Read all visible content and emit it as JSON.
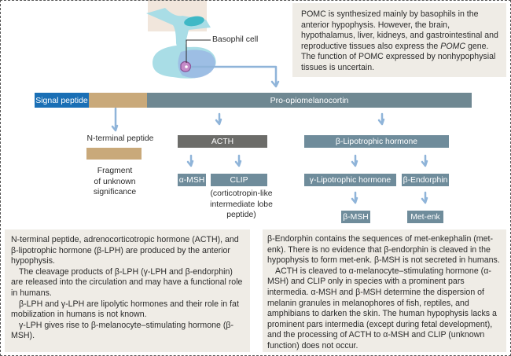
{
  "illustration": {
    "basophil_label": "Basophil cell"
  },
  "intro_note": {
    "text_before_italic": "POMC is synthesized mainly by basophils in the anterior hypophysis. However, the brain, hypothalamus, liver, kidneys, and gastrointestinal and reproductive tissues also express the ",
    "italic": "POMC",
    "text_after_italic": " gene. The function of POMC expressed by nonhypophysial tissues is uncertain."
  },
  "precursor_bar": {
    "signal_peptide": "Signal peptide",
    "main": "Pro-opiomelanocortin"
  },
  "colors": {
    "signal_peptide": "#1a6fb5",
    "n_terminal": "#c9a97a",
    "pomc": "#6f8892",
    "acth": "#6c6c69",
    "slate_box": "#6f8c9b",
    "arrow": "#8fb4d9",
    "note_bg": "#efece6"
  },
  "cleavage": {
    "n_terminal": {
      "label": "N-terminal peptide",
      "description": [
        "Fragment",
        "of unknown",
        "significance"
      ]
    },
    "acth": {
      "label": "ACTH",
      "products": {
        "alpha_msh": "α-MSH",
        "clip": "CLIP",
        "clip_description": [
          "(corticotropin-like",
          "intermediate lobe",
          "peptide)"
        ]
      }
    },
    "beta_lph": {
      "label": "β-Lipotrophic hormone",
      "products": {
        "gamma_lph": "γ-Lipotrophic hormone",
        "beta_endorphin": "β-Endorphin",
        "beta_msh": "β-MSH",
        "met_enk": "Met-enk"
      }
    }
  },
  "left_note": {
    "paragraphs": [
      "N-terminal peptide, adrenocorticotropic hormone (ACTH), and β-lipotrophic hormone (β-LPH) are produced by the anterior hypophysis.",
      "The cleavage products of β-LPH (γ-LPH and β-endorphin) are released into the circulation and may have a functional role in humans.",
      "β-LPH and γ-LPH are lipolytic hormones and their role in fat mobilization in humans is not known.",
      "γ-LPH gives rise to β-melanocyte–stimulating hormone (β-MSH)."
    ]
  },
  "right_note": {
    "paragraphs": [
      "β-Endorphin contains the sequences of met-enkephalin (met-enk). There is no evidence that β-endorphin is cleaved in the hypophysis to form met-enk. β-MSH is not secreted in humans.",
      "ACTH is cleaved to α-melanocyte–stimulating hormone (α-MSH) and CLIP only in species with a prominent pars intermedia. α-MSH and β-MSH determine the dispersion of melanin granules in melanophores of fish, reptiles, and amphibians to darken the skin.  The human hypophysis lacks a prominent pars intermedia (except during fetal development), and the processing of ACTH to α-MSH and CLIP (unknown function) does not occur."
    ]
  }
}
